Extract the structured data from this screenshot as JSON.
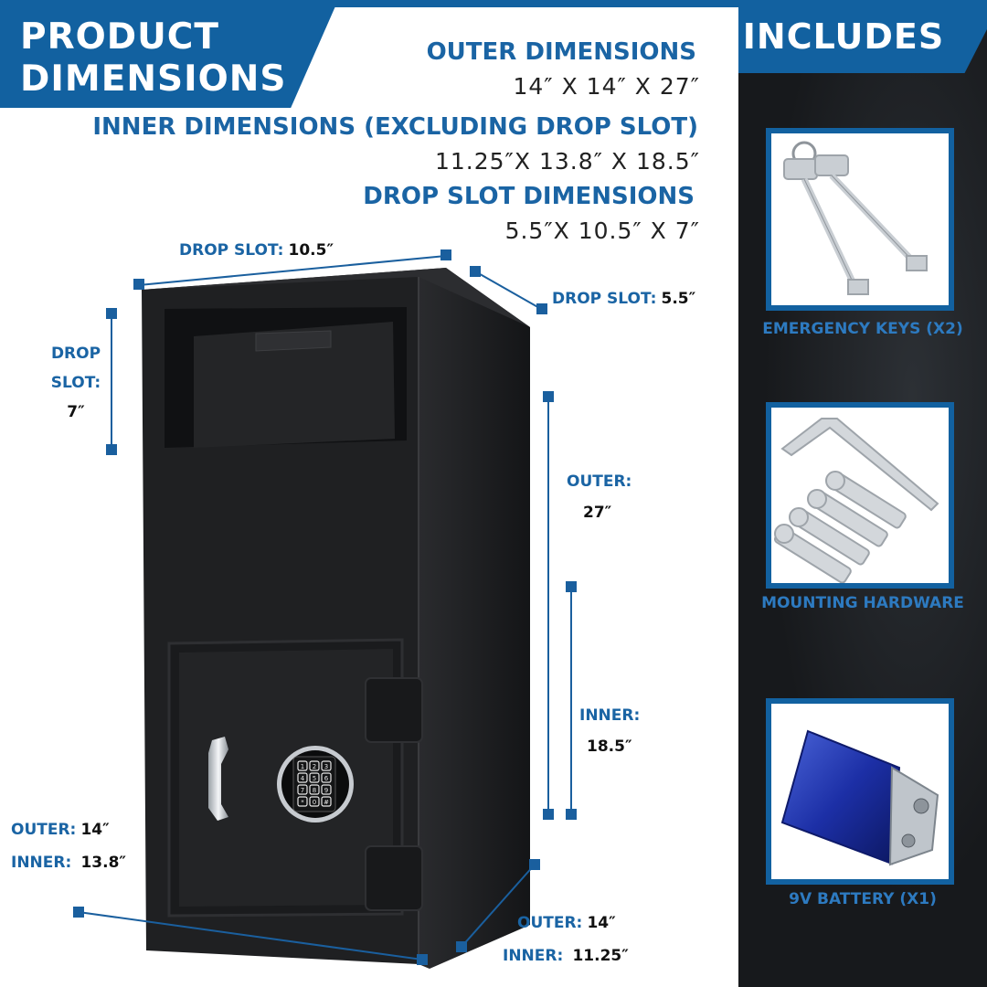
{
  "header": {
    "line1": "PRODUCT",
    "line2": "DIMENSIONS"
  },
  "specs": {
    "outer": {
      "title": "OUTER DIMENSIONS",
      "value": "14″ X 14″ X 27″"
    },
    "inner": {
      "title": "INNER DIMENSIONS (EXCLUDING DROP SLOT)",
      "value": "11.25″X 13.8″ X 18.5″"
    },
    "drop": {
      "title": "DROP SLOT DIMENSIONS",
      "value": "5.5″X 10.5″ X 7″"
    }
  },
  "dimension_labels": {
    "drop_width": {
      "label": "DROP SLOT:",
      "value": "10.5″"
    },
    "drop_depth": {
      "label": "DROP SLOT:",
      "value": "5.5″"
    },
    "drop_height": {
      "line1": "DROP",
      "line2": "SLOT:",
      "value": "7″"
    },
    "outer_height": {
      "label": "OUTER:",
      "value": "27″"
    },
    "inner_height": {
      "label": "INNER:",
      "value": "18.5″"
    },
    "front_width": {
      "outer_label": "OUTER:",
      "outer_value": "14″",
      "inner_label": "INNER:",
      "inner_value": "13.8″"
    },
    "side_depth": {
      "outer_label": "OUTER:",
      "outer_value": "14″",
      "inner_label": "INNER:",
      "inner_value": "11.25″"
    }
  },
  "includes": {
    "title": "INCLUDES",
    "items": [
      {
        "label": "EMERGENCY KEYS (X2)",
        "icon": "keys-icon"
      },
      {
        "label": "MOUNTING HARDWARE",
        "icon": "anchor-bolts-icon"
      },
      {
        "label": "9V BATTERY (X1)",
        "icon": "battery-icon"
      }
    ]
  },
  "keypad": {
    "keys": [
      "1",
      "2",
      "3",
      "4",
      "5",
      "6",
      "7",
      "8",
      "9",
      "*",
      "0",
      "#"
    ]
  },
  "colors": {
    "brand_blue": "#1261a0",
    "safe_black": "#1d1e20",
    "panel_dark": "#17191c"
  }
}
